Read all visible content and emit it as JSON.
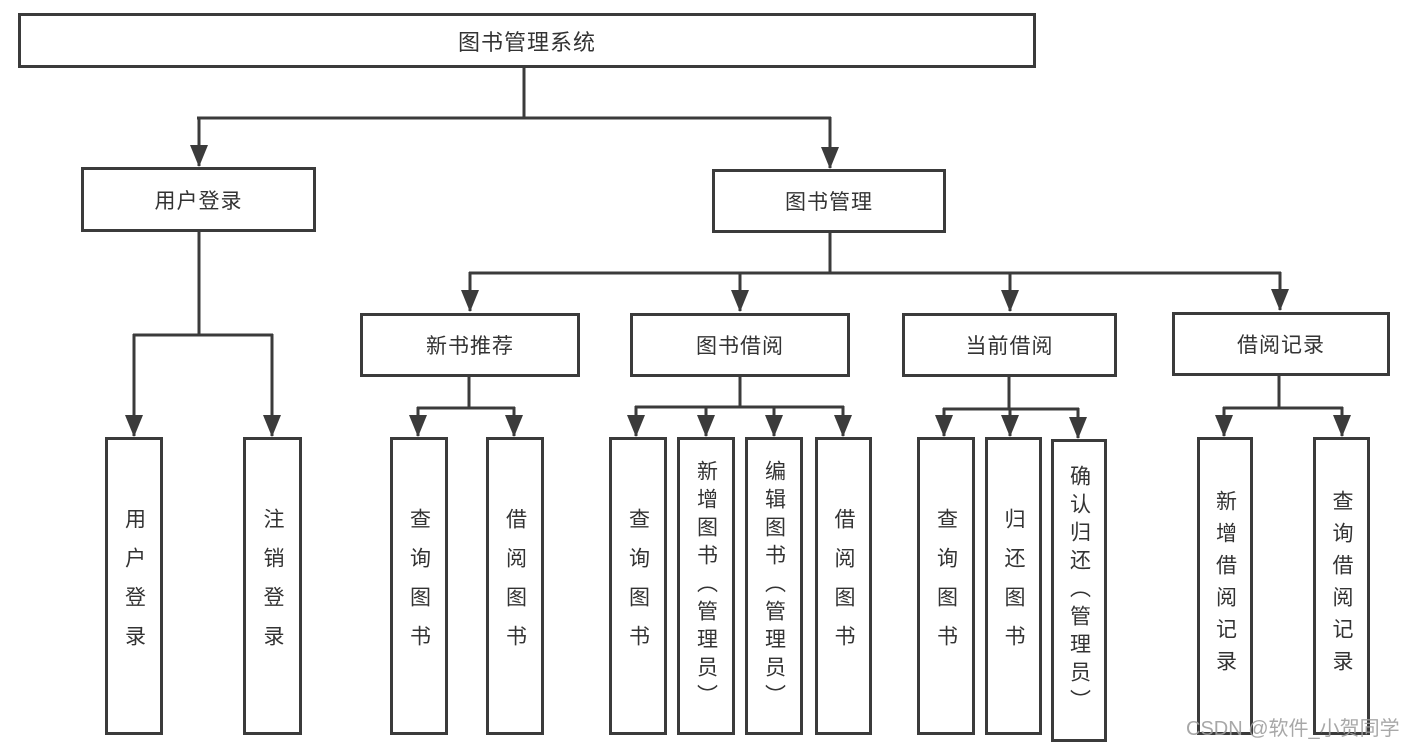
{
  "tree": {
    "root": "图书管理系统",
    "branches": [
      {
        "label": "用户登录",
        "children": [
          "用户登录",
          "注销登录"
        ]
      },
      {
        "label": "图书管理",
        "groups": [
          {
            "label": "新书推荐",
            "children": [
              "查询图书",
              "借阅图书"
            ]
          },
          {
            "label": "图书借阅",
            "children": [
              "查询图书",
              "新增图书（管理员）",
              "编辑图书（管理员）",
              "借阅图书"
            ]
          },
          {
            "label": "当前借阅",
            "children": [
              "查询图书",
              "归还图书",
              "确认归还（管理员）"
            ]
          },
          {
            "label": "借阅记录",
            "children": [
              "新增借阅记录",
              "查询借阅记录"
            ]
          }
        ]
      }
    ]
  },
  "watermark": {
    "text": "CSDN @软件_小贺同学"
  },
  "colors": {
    "line": "#3b3b3b",
    "text": "#333333",
    "watermark": "#9e9e9e",
    "background": "#ffffff"
  }
}
